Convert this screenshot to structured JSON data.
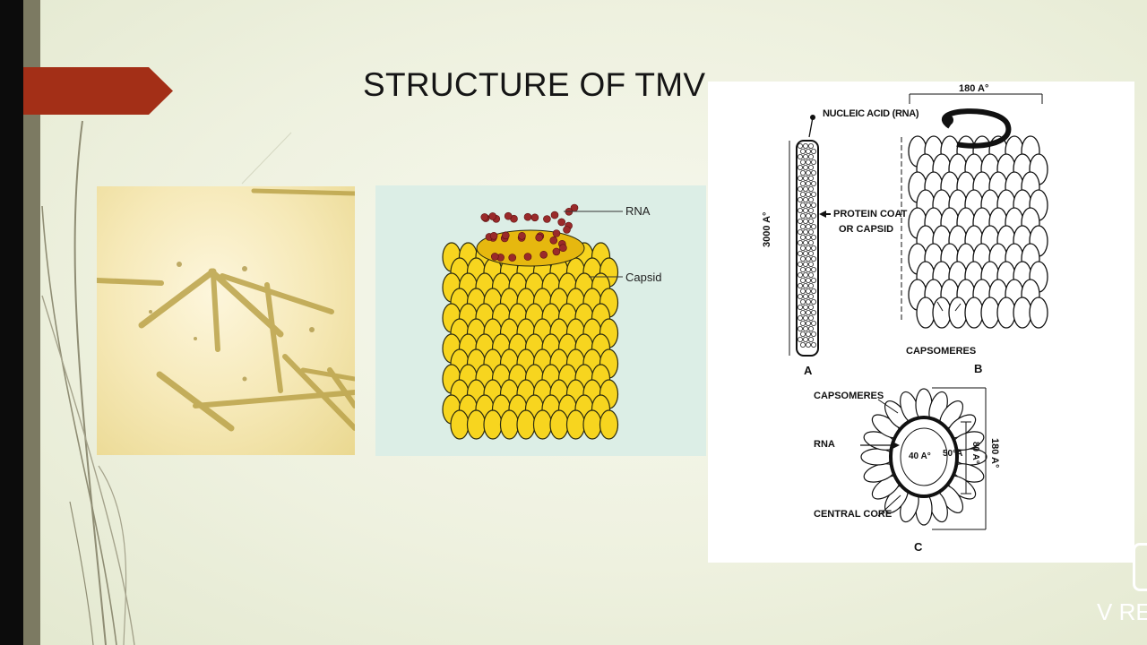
{
  "slide": {
    "title": "STRUCTURE OF TMV"
  },
  "colors": {
    "accent_arrow": "#a32f17",
    "left_strip": "#0c0c0c",
    "left_band": "#7c7a62",
    "capsid_fill": "#f7d51f",
    "rna_color": "#9a2a2a",
    "schematic_bg": "#dceee6"
  },
  "schematic_figure": {
    "rna_label": "RNA",
    "capsid_label": "Capsid"
  },
  "lineart_figure": {
    "top_dimension": "180 A°",
    "nucleic_acid_label": "NUCLEIC ACID (RNA)",
    "length_dimension": "3000 A°",
    "protein_coat_label_line1": "PROTEIN COAT",
    "protein_coat_label_line2": "OR CAPSID",
    "capsomeres_label_b": "CAPSOMERES",
    "panel_a_letter": "A",
    "panel_b_letter": "B",
    "capsomeres_label_c": "CAPSOMERES",
    "rna_label_c": "RNA",
    "inner_diameter": "40 A°",
    "rna_offset": "50°A",
    "outer_dimension_1": "80 A°",
    "outer_dimension_2": "180 A°",
    "central_core_label": "CENTRAL CORE",
    "panel_c_letter": "C"
  },
  "overlay": {
    "watermark_text": "V RE"
  }
}
